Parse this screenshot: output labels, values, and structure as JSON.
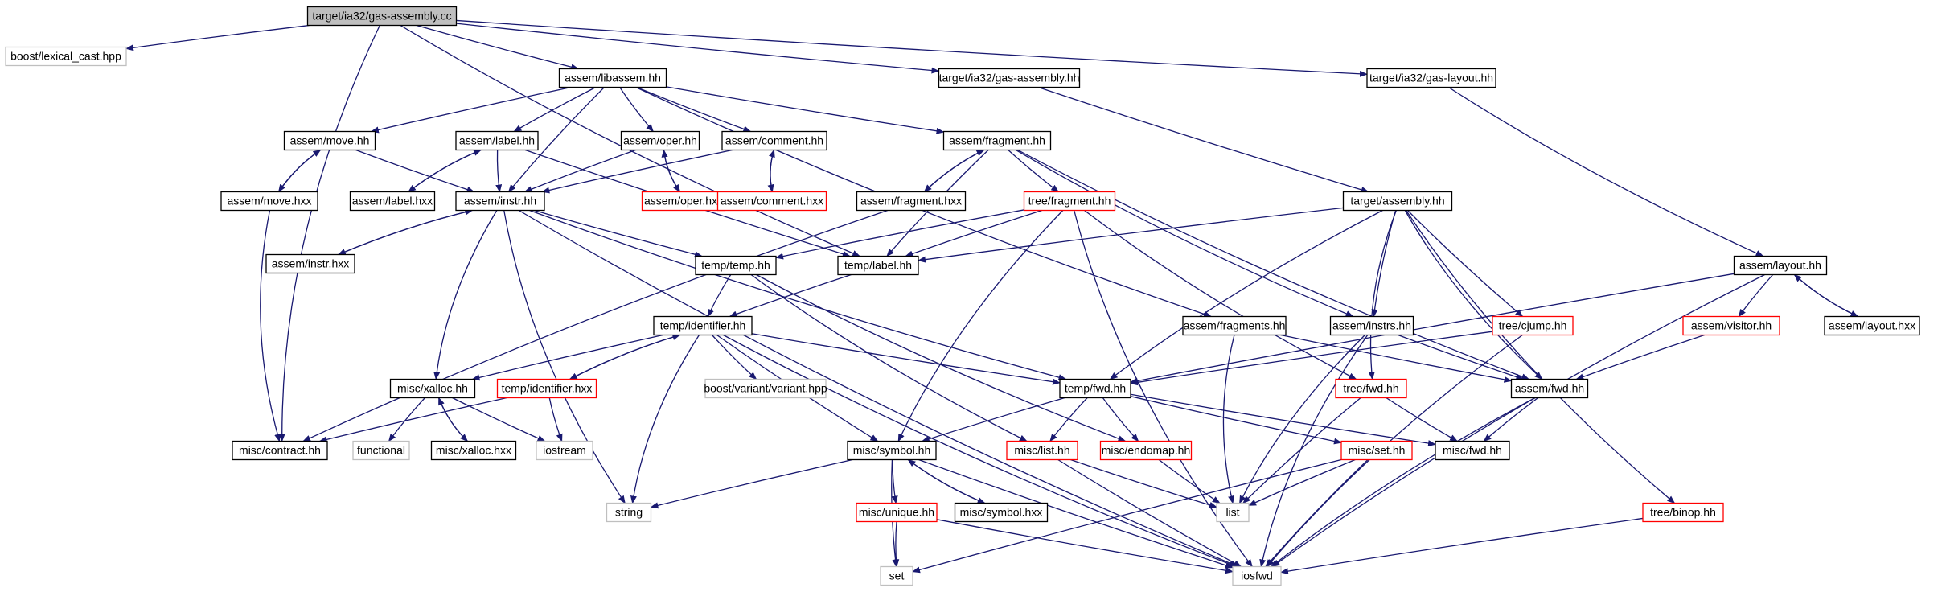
{
  "title": "target/ia32/gas-assembly.cc",
  "colors": {
    "edge": "#191970",
    "root_fill": "#bfbfbf",
    "missing_border": "#bfbfbf",
    "warn_border": "#ff0000",
    "normal_border": "#000000"
  },
  "nodes": [
    {
      "id": "root",
      "label": "target/ia32/gas-assembly.cc",
      "kind": "root"
    },
    {
      "id": "lexcast",
      "label": "boost/lexical_cast.hpp",
      "kind": "missing"
    },
    {
      "id": "libassem",
      "label": "assem/libassem.hh",
      "kind": "normal"
    },
    {
      "id": "gasasmhh",
      "label": "target/ia32/gas-assembly.hh",
      "kind": "normal"
    },
    {
      "id": "gaslayout",
      "label": "target/ia32/gas-layout.hh",
      "kind": "normal"
    },
    {
      "id": "movehh",
      "label": "assem/move.hh",
      "kind": "normal"
    },
    {
      "id": "labelhh",
      "label": "assem/label.hh",
      "kind": "normal"
    },
    {
      "id": "operhh",
      "label": "assem/oper.hh",
      "kind": "normal"
    },
    {
      "id": "commenthh",
      "label": "assem/comment.hh",
      "kind": "normal"
    },
    {
      "id": "fraghh",
      "label": "assem/fragment.hh",
      "kind": "normal"
    },
    {
      "id": "movehxx",
      "label": "assem/move.hxx",
      "kind": "normal"
    },
    {
      "id": "labelhxx",
      "label": "assem/label.hxx",
      "kind": "normal"
    },
    {
      "id": "instrhh",
      "label": "assem/instr.hh",
      "kind": "normal"
    },
    {
      "id": "operhxx",
      "label": "assem/oper.hxx",
      "kind": "warn"
    },
    {
      "id": "commenthxx",
      "label": "assem/comment.hxx",
      "kind": "warn"
    },
    {
      "id": "fraghxx",
      "label": "assem/fragment.hxx",
      "kind": "normal"
    },
    {
      "id": "treefrag",
      "label": "tree/fragment.hh",
      "kind": "warn"
    },
    {
      "id": "asmhh",
      "label": "target/assembly.hh",
      "kind": "normal"
    },
    {
      "id": "instrhxx",
      "label": "assem/instr.hxx",
      "kind": "normal"
    },
    {
      "id": "temphh",
      "label": "temp/temp.hh",
      "kind": "normal"
    },
    {
      "id": "templabel",
      "label": "temp/label.hh",
      "kind": "normal"
    },
    {
      "id": "layouthh",
      "label": "assem/layout.hh",
      "kind": "normal"
    },
    {
      "id": "identhh",
      "label": "temp/identifier.hh",
      "kind": "normal"
    },
    {
      "id": "fragshh",
      "label": "assem/fragments.hh",
      "kind": "normal"
    },
    {
      "id": "instrshh",
      "label": "assem/instrs.hh",
      "kind": "normal"
    },
    {
      "id": "cjump",
      "label": "tree/cjump.hh",
      "kind": "warn"
    },
    {
      "id": "visitor",
      "label": "assem/visitor.hh",
      "kind": "warn"
    },
    {
      "id": "layouthxx",
      "label": "assem/layout.hxx",
      "kind": "normal"
    },
    {
      "id": "xallochh",
      "label": "misc/xalloc.hh",
      "kind": "normal"
    },
    {
      "id": "identhxx",
      "label": "temp/identifier.hxx",
      "kind": "warn"
    },
    {
      "id": "variant",
      "label": "boost/variant/variant.hpp",
      "kind": "missing"
    },
    {
      "id": "tempfwd",
      "label": "temp/fwd.hh",
      "kind": "normal"
    },
    {
      "id": "treefwd",
      "label": "tree/fwd.hh",
      "kind": "warn"
    },
    {
      "id": "assemfwd",
      "label": "assem/fwd.hh",
      "kind": "normal"
    },
    {
      "id": "contract",
      "label": "misc/contract.hh",
      "kind": "normal"
    },
    {
      "id": "functional",
      "label": "functional",
      "kind": "missing"
    },
    {
      "id": "xallochxx",
      "label": "misc/xalloc.hxx",
      "kind": "normal"
    },
    {
      "id": "iostream",
      "label": "iostream",
      "kind": "missing"
    },
    {
      "id": "symbolhh",
      "label": "misc/symbol.hh",
      "kind": "normal"
    },
    {
      "id": "listhh",
      "label": "misc/list.hh",
      "kind": "warn"
    },
    {
      "id": "endomap",
      "label": "misc/endomap.hh",
      "kind": "warn"
    },
    {
      "id": "sethh",
      "label": "misc/set.hh",
      "kind": "warn"
    },
    {
      "id": "miscfwd",
      "label": "misc/fwd.hh",
      "kind": "normal"
    },
    {
      "id": "string",
      "label": "string",
      "kind": "missing"
    },
    {
      "id": "uniquehh",
      "label": "misc/unique.hh",
      "kind": "warn"
    },
    {
      "id": "symbolhxx",
      "label": "misc/symbol.hxx",
      "kind": "normal"
    },
    {
      "id": "list",
      "label": "list",
      "kind": "missing"
    },
    {
      "id": "binop",
      "label": "tree/binop.hh",
      "kind": "warn"
    },
    {
      "id": "set",
      "label": "set",
      "kind": "missing"
    },
    {
      "id": "iosfwd",
      "label": "iosfwd",
      "kind": "missing"
    }
  ],
  "edges": [
    [
      "root",
      "lexcast"
    ],
    [
      "root",
      "libassem"
    ],
    [
      "root",
      "gasasmhh"
    ],
    [
      "root",
      "gaslayout"
    ],
    [
      "root",
      "contract"
    ],
    [
      "root",
      "templabel"
    ],
    [
      "libassem",
      "movehh"
    ],
    [
      "libassem",
      "labelhh"
    ],
    [
      "libassem",
      "operhh"
    ],
    [
      "libassem",
      "commenthh"
    ],
    [
      "libassem",
      "fraghh"
    ],
    [
      "libassem",
      "fragshh"
    ],
    [
      "libassem",
      "instrhh"
    ],
    [
      "gasasmhh",
      "asmhh"
    ],
    [
      "gaslayout",
      "layouthh"
    ],
    [
      "movehh",
      "movehxx"
    ],
    [
      "movehxx",
      "movehh"
    ],
    [
      "movehh",
      "instrhh"
    ],
    [
      "movehxx",
      "contract"
    ],
    [
      "labelhh",
      "labelhxx"
    ],
    [
      "labelhxx",
      "labelhh"
    ],
    [
      "labelhh",
      "instrhh"
    ],
    [
      "labelhh",
      "templabel"
    ],
    [
      "operhh",
      "operhxx"
    ],
    [
      "operhxx",
      "operhh"
    ],
    [
      "operhh",
      "instrhh"
    ],
    [
      "commenthh",
      "commenthxx"
    ],
    [
      "commenthxx",
      "commenthh"
    ],
    [
      "commenthh",
      "instrhh"
    ],
    [
      "fraghh",
      "fraghxx"
    ],
    [
      "fraghxx",
      "fraghh"
    ],
    [
      "fraghh",
      "treefrag"
    ],
    [
      "fraghh",
      "templabel"
    ],
    [
      "fraghh",
      "instrshh"
    ],
    [
      "fraghh",
      "assemfwd"
    ],
    [
      "fraghxx",
      "contract"
    ],
    [
      "instrhh",
      "instrhxx"
    ],
    [
      "instrhxx",
      "instrhh"
    ],
    [
      "instrhh",
      "temphh"
    ],
    [
      "instrhh",
      "tempfwd"
    ],
    [
      "instrhh",
      "xallochh"
    ],
    [
      "instrhh",
      "string"
    ],
    [
      "instrhh",
      "iosfwd"
    ],
    [
      "treefrag",
      "temphh"
    ],
    [
      "treefrag",
      "templabel"
    ],
    [
      "treefrag",
      "symbolhh"
    ],
    [
      "treefrag",
      "treefwd"
    ],
    [
      "treefrag",
      "iosfwd"
    ],
    [
      "asmhh",
      "templabel"
    ],
    [
      "asmhh",
      "tempfwd"
    ],
    [
      "asmhh",
      "instrshh"
    ],
    [
      "asmhh",
      "treefwd"
    ],
    [
      "asmhh",
      "cjump"
    ],
    [
      "asmhh",
      "assemfwd"
    ],
    [
      "asmhh",
      "binop"
    ],
    [
      "temphh",
      "identhh"
    ],
    [
      "temphh",
      "listhh"
    ],
    [
      "temphh",
      "endomap"
    ],
    [
      "templabel",
      "identhh"
    ],
    [
      "layouthh",
      "layouthxx"
    ],
    [
      "layouthxx",
      "layouthh"
    ],
    [
      "layouthh",
      "visitor"
    ],
    [
      "layouthh",
      "tempfwd"
    ],
    [
      "layouthh",
      "iosfwd"
    ],
    [
      "identhh",
      "identhxx"
    ],
    [
      "identhxx",
      "identhh"
    ],
    [
      "identhh",
      "xallochh"
    ],
    [
      "identhh",
      "variant"
    ],
    [
      "identhh",
      "tempfwd"
    ],
    [
      "identhh",
      "symbolhh"
    ],
    [
      "identhh",
      "string"
    ],
    [
      "identhh",
      "iosfwd"
    ],
    [
      "identhxx",
      "contract"
    ],
    [
      "identhxx",
      "iostream"
    ],
    [
      "fragshh",
      "list"
    ],
    [
      "fragshh",
      "assemfwd"
    ],
    [
      "instrshh",
      "list"
    ],
    [
      "instrshh",
      "assemfwd"
    ],
    [
      "instrshh",
      "iosfwd"
    ],
    [
      "cjump",
      "tempfwd"
    ],
    [
      "cjump",
      "iosfwd"
    ],
    [
      "visitor",
      "assemfwd"
    ],
    [
      "xallochh",
      "functional"
    ],
    [
      "xallochh",
      "xallochxx"
    ],
    [
      "xallochxx",
      "xallochh"
    ],
    [
      "xallochh",
      "iostream"
    ],
    [
      "tempfwd",
      "symbolhh"
    ],
    [
      "tempfwd",
      "listhh"
    ],
    [
      "tempfwd",
      "endomap"
    ],
    [
      "tempfwd",
      "sethh"
    ],
    [
      "tempfwd",
      "miscfwd"
    ],
    [
      "treefwd",
      "list"
    ],
    [
      "treefwd",
      "miscfwd"
    ],
    [
      "assemfwd",
      "miscfwd"
    ],
    [
      "assemfwd",
      "iosfwd"
    ],
    [
      "symbolhh",
      "string"
    ],
    [
      "symbolhh",
      "uniquehh"
    ],
    [
      "symbolhh",
      "symbolhxx"
    ],
    [
      "symbolhxx",
      "symbolhh"
    ],
    [
      "symbolhh",
      "set"
    ],
    [
      "symbolhh",
      "iosfwd"
    ],
    [
      "listhh",
      "list"
    ],
    [
      "listhh",
      "iosfwd"
    ],
    [
      "endomap",
      "list"
    ],
    [
      "sethh",
      "list"
    ],
    [
      "sethh",
      "set"
    ],
    [
      "sethh",
      "iosfwd"
    ],
    [
      "uniquehh",
      "set"
    ],
    [
      "uniquehh",
      "iosfwd"
    ],
    [
      "binop",
      "iosfwd"
    ]
  ]
}
